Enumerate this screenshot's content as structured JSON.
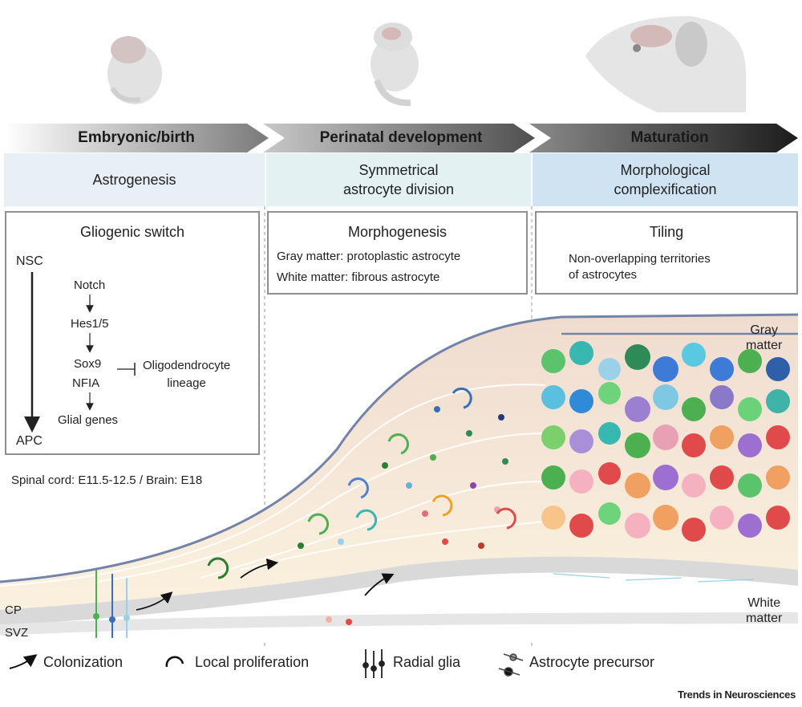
{
  "stages": [
    {
      "label": "Embryonic/birth",
      "process": "Astrogenesis"
    },
    {
      "label": "Perinatal development",
      "process": "Symmetrical\nastrocyte division"
    },
    {
      "label": "Maturation",
      "process": "Morphological\ncomplexification"
    }
  ],
  "box1": {
    "title": "Gliogenic switch",
    "start": "NSC",
    "end": "APC",
    "pathway": [
      "Notch",
      "Hes1/5",
      "Sox9",
      "NFIA",
      "Glial genes"
    ],
    "inhibited": "Oligodendrocyte\nlineage"
  },
  "timing": "Spinal cord: E11.5-12.5 / Brain: E18",
  "box2": {
    "title": "Morphogenesis",
    "line1": "Gray matter: protoplastic astrocyte",
    "line2": "White matter: fibrous astrocyte"
  },
  "box3": {
    "title": "Tiling",
    "text": "Non-overlapping territories\nof astrocytes"
  },
  "tissue_labels": {
    "gray": "Gray\nmatter",
    "white": "White\nmatter",
    "cp": "CP",
    "svz": "SVZ"
  },
  "legend": {
    "colonization": "Colonization",
    "proliferation": "Local proliferation",
    "radial": "Radial glia",
    "precursor": "Astrocyte precursor"
  },
  "credit": "Trends in Neurosciences",
  "colors": {
    "header_light": "#e9eef5",
    "header_mid": "#555555",
    "header_dark": "#1c1c1c",
    "tissue_border": "#7483a8",
    "tissue_fill": "#f6ead9"
  }
}
